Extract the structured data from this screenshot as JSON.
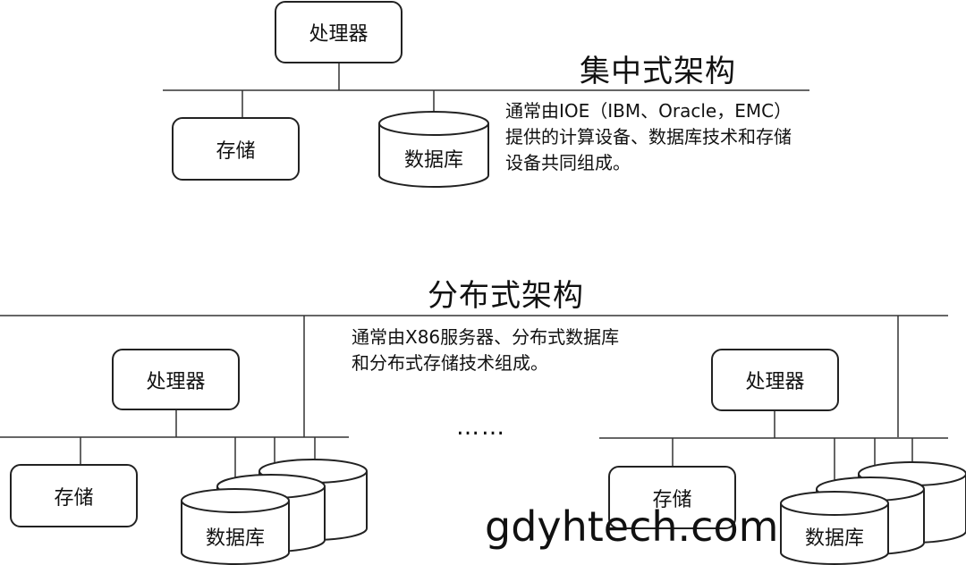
{
  "centralized": {
    "title": "集中式架构",
    "processor": "处理器",
    "storage": "存储",
    "database": "数据库",
    "description": [
      "通常由IOE（IBM、Oracle，EMC）",
      "提供的计算设备、数据库技术和存储",
      "设备共同组成。"
    ]
  },
  "distributed": {
    "title": "分布式架构",
    "description": [
      "通常由X86服务器、分布式数据库",
      "和分布式存储技术组成。"
    ],
    "ellipsis": "……",
    "left": {
      "processor": "处理器",
      "storage": "存储",
      "database": "数据库"
    },
    "right": {
      "processor": "处理器",
      "storage": "存储",
      "database": "数据库"
    }
  },
  "watermark": "gdyhtech.com"
}
